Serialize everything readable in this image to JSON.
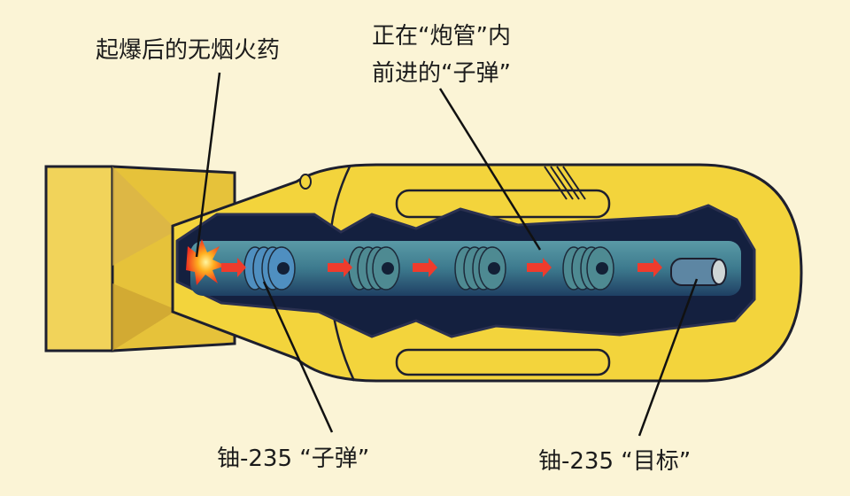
{
  "labels": {
    "powder": "起爆后的无烟火药",
    "bullet_in_barrel_line1": "正在“炮管”内",
    "bullet_in_barrel_line2": "前进的“子弹”",
    "u235_bullet": "铀-235 “子弹”",
    "u235_target": "铀-235 “目标”"
  },
  "colors": {
    "background": "#fbf4d6",
    "body": "#f3d43c",
    "outline": "#1d1f2e",
    "cavity": "#14203f",
    "barrel": "#3d7a8e",
    "arrow": "#ef3b2c"
  }
}
